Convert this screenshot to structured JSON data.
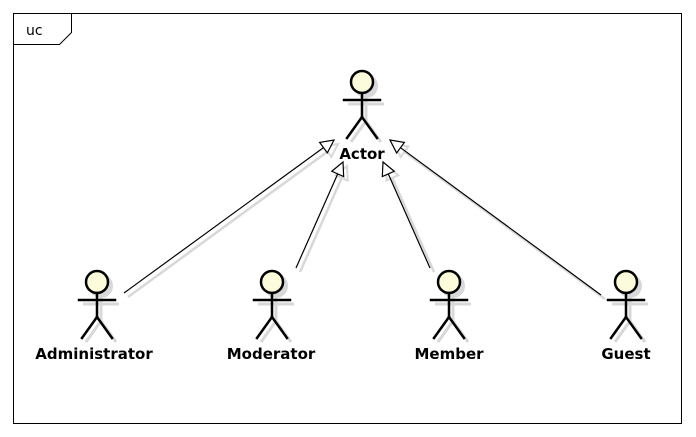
{
  "diagram": {
    "type": "uml-use-case",
    "frame_label": "uc",
    "colors": {
      "actor_fill": "#fcfbdc",
      "stroke": "#000000",
      "shadow": "#d8d8d8",
      "background": "#ffffff"
    },
    "actors": [
      {
        "id": "actor",
        "label": "Actor"
      },
      {
        "id": "administrator",
        "label": "Administrator"
      },
      {
        "id": "moderator",
        "label": "Moderator"
      },
      {
        "id": "member",
        "label": "Member"
      },
      {
        "id": "guest",
        "label": "Guest"
      }
    ],
    "generalizations": [
      {
        "from": "administrator",
        "to": "actor"
      },
      {
        "from": "moderator",
        "to": "actor"
      },
      {
        "from": "member",
        "to": "actor"
      },
      {
        "from": "guest",
        "to": "actor"
      }
    ]
  }
}
